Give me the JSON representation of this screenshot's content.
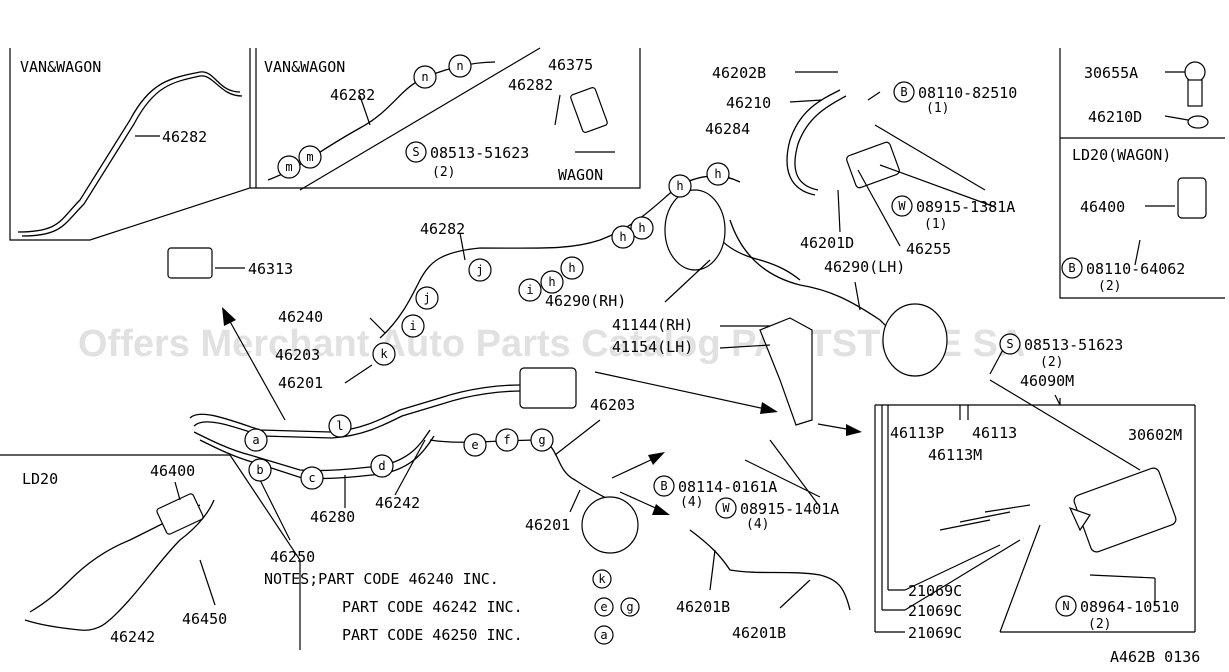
{
  "watermark": "Offers Merchant Auto Parts Catalog PARTSTORE SA",
  "sections": {
    "van_wagon_1": "VAN&WAGON",
    "van_wagon_2": "VAN&WAGON",
    "wagon": "WAGON",
    "ld20": "LD20",
    "ld20_wagon": "LD20(WAGON)"
  },
  "labels": {
    "p46282_a": "46282",
    "p46282_b": "46282",
    "p46282_c": "46282",
    "p46282_d": "46282",
    "p46375": "46375",
    "p08513_top": "08513-51623",
    "p08513_top_qty": "(2)",
    "p46313": "46313",
    "p46240": "46240",
    "p46203_a": "46203",
    "p46201_a": "46201",
    "p46203_b": "46203",
    "p46201_b": "46201",
    "p46280": "46280",
    "p46242_a": "46242",
    "p46250": "46250",
    "p46400_a": "46400",
    "p46450": "46450",
    "p46242_b": "46242",
    "p46202B": "46202B",
    "p46210": "46210",
    "p46284": "46284",
    "p08110_82510": "08110-82510",
    "p08110_82510_qty": "(1)",
    "p08915_1381A": "08915-1381A",
    "p08915_1381A_qty": "(1)",
    "p46201D": "46201D",
    "p46255": "46255",
    "p46290_LH": "46290(LH)",
    "p46290_RH": "46290(RH)",
    "p41144_RH": "41144(RH)",
    "p41154_LH": "41154(LH)",
    "p08513_mid": "08513-51623",
    "p08513_mid_qty": "(2)",
    "p46090M": "46090M",
    "p46113P": "46113P",
    "p46113": "46113",
    "p46113M": "46113M",
    "p30602M": "30602M",
    "p08114_0161A": "08114-0161A",
    "p08114_0161A_qty": "(4)",
    "p08915_1401A": "08915-1401A",
    "p08915_1401A_qty": "(4)",
    "p46201B_a": "46201B",
    "p46201B_b": "46201B",
    "p21069C_a": "21069C",
    "p21069C_b": "21069C",
    "p21069C_c": "21069C",
    "p08964_10510": "08964-10510",
    "p08964_10510_qty": "(2)",
    "p30655A": "30655A",
    "p46210D": "46210D",
    "p46400_b": "46400",
    "p08110_64062": "08110-64062",
    "p08110_64062_qty": "(2)"
  },
  "prefixes": {
    "B": "B",
    "S": "S",
    "W": "W",
    "N": "N"
  },
  "clips": {
    "a": "a",
    "b": "b",
    "c": "c",
    "d": "d",
    "e": "e",
    "f": "f",
    "g": "g",
    "h": "h",
    "i": "i",
    "j": "j",
    "k": "k",
    "l": "l",
    "m": "m",
    "n": "n"
  },
  "notes": {
    "line1": "NOTES;PART CODE 46240  INC.",
    "line1_code": "k",
    "line2": "PART CODE 46242  INC.",
    "line2_code_a": "e",
    "line2_code_b": "g",
    "line3": "PART CODE 46250  INC.",
    "line3_code": "a"
  },
  "figure_code": "A462B 0136"
}
